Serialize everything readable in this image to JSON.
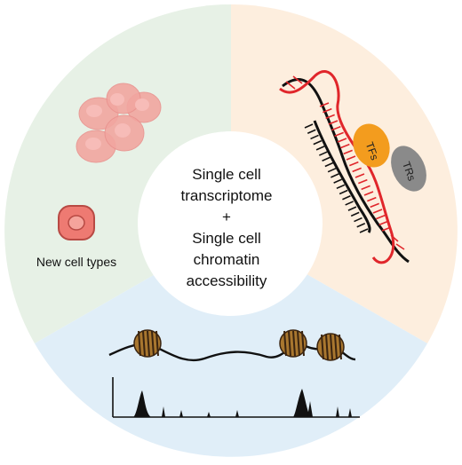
{
  "center": {
    "lines": [
      "Single cell",
      "transcriptome",
      "+",
      "Single cell",
      "chromatin",
      "accessibility"
    ]
  },
  "sectors": {
    "cells": {
      "label": "New cell types",
      "color": "#e7f1e6"
    },
    "regulators": {
      "tf_label": "TFs",
      "tr_label": "TRs",
      "color": "#fdeede"
    },
    "chromatin": {
      "color": "#e0eef8"
    }
  },
  "colors": {
    "cell_fill": "#f2a6a0",
    "cell_stroke": "#e08a86",
    "tf": "#f39c1e",
    "tr": "#8a8a8a",
    "dna_red": "#e0262b",
    "nucleosome": "#8a5a25"
  }
}
